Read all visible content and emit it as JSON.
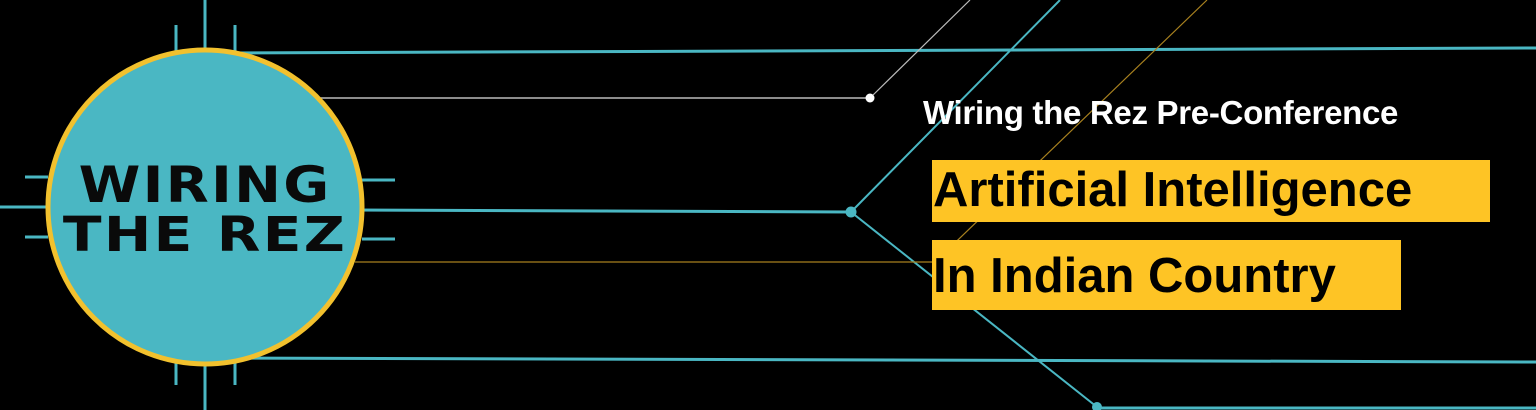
{
  "logo": {
    "line1": "WIRING",
    "line2": "THE REZ"
  },
  "subtitle": "Wiring the Rez Pre-Conference",
  "headline": {
    "line1": "Artificial Intelligence",
    "line2": "In Indian Country"
  },
  "colors": {
    "teal": "#4ab7c3",
    "gold": "#f2c12e",
    "highlight": "#fec425",
    "background": "#000000",
    "white": "#ffffff"
  }
}
